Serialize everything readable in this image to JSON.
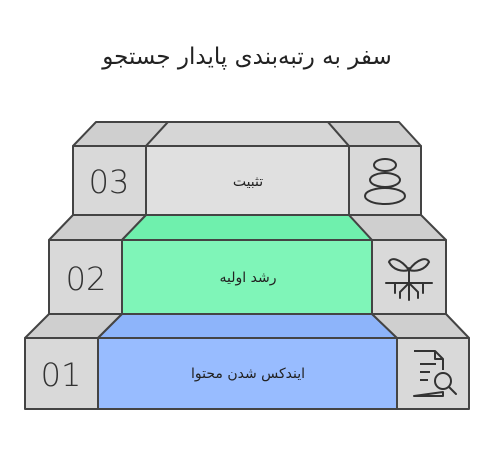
{
  "title": "سفر به رتبه‌بندی پایدار جستجو",
  "steps": [
    {
      "number": "03",
      "label": "تثبیت",
      "icon": "stones-icon",
      "color": "#e0e0e0"
    },
    {
      "number": "02",
      "label": "رشد اولیه",
      "icon": "sprout-icon",
      "color": "#7ff5b8"
    },
    {
      "number": "01",
      "label": "ایندکس شدن محتوا",
      "icon": "document-search-icon",
      "color": "#98bcff"
    }
  ],
  "colors": {
    "grey_face": "#d9d9d9",
    "grey_top": "#cfcfcf",
    "stroke": "#444444",
    "green": "#7ff5b8",
    "blue": "#98bcff",
    "step3_center": "#e0e0e0"
  }
}
